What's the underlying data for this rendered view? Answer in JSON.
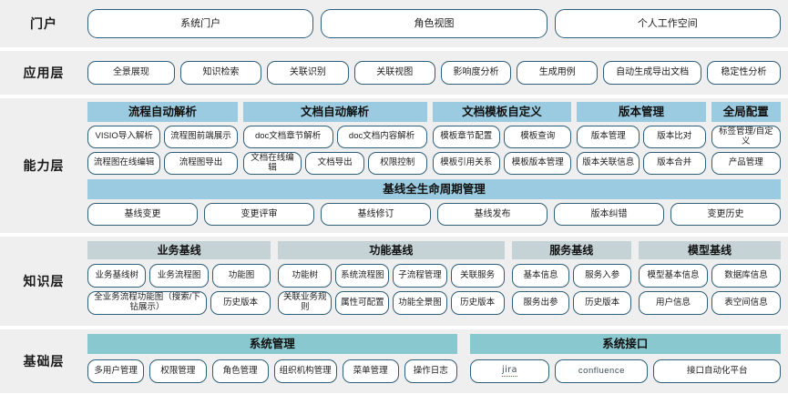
{
  "colors": {
    "band_bg": "#efefef",
    "pill_border": "#2e5f7a",
    "capability_header": "#9acbe0",
    "knowledge_header": "#c5d2d6",
    "foundation_header": "#8ac8d0",
    "page_bg": "#ffffff"
  },
  "rows": {
    "portal": {
      "label": "门户",
      "items": [
        "系统门户",
        "角色视图",
        "个人工作空间"
      ]
    },
    "application": {
      "label": "应用层",
      "items": [
        "全景展现",
        "知识检索",
        "关联识别",
        "关联视图",
        "影响度分析",
        "生成用例",
        "自动生成导出文档",
        "稳定性分析"
      ]
    },
    "capability": {
      "label": "能力层",
      "groups": [
        {
          "title": "流程自动解析",
          "flex": 168,
          "lines": [
            [
              "VISIO导入解析",
              "流程图前端展示"
            ],
            [
              "流程图在线编辑",
              "流程图导出"
            ]
          ]
        },
        {
          "title": "文档自动解析",
          "flex": 206,
          "lines": [
            [
              "doc文档章节解析",
              "doc文档内容解析"
            ],
            [
              "文档在线编辑",
              "文档导出",
              "权限控制"
            ]
          ]
        },
        {
          "title": "文档模板自定义",
          "flex": 156,
          "lines": [
            [
              "模板章节配置",
              "模板查询"
            ],
            [
              "模板引用关系",
              "模板版本管理"
            ]
          ]
        },
        {
          "title": "版本管理",
          "flex": 144,
          "lines": [
            [
              "版本管理",
              "版本比对"
            ],
            [
              "版本关联信息",
              "版本合并"
            ]
          ]
        },
        {
          "title": "全局配置",
          "flex": 78,
          "lines": [
            [
              "标签管理/自定义"
            ],
            [
              "产品管理"
            ]
          ]
        }
      ],
      "lifecycle": {
        "title": "基线全生命周期管理",
        "items": [
          "基线变更",
          "变更评审",
          "基线修订",
          "基线发布",
          "版本纠错",
          "变更历史"
        ]
      }
    },
    "knowledge": {
      "label": "知识层",
      "groups": [
        {
          "title": "业务基线",
          "flex": 196,
          "lines": [
            [
              "业务基线树",
              "业务流程图",
              "功能图"
            ],
            [
              "全业务流程功能图（搜索/下钻展示）",
              "历史版本"
            ]
          ],
          "line_weights": [
            [
              1,
              1,
              1
            ],
            [
              2.12,
              1
            ]
          ]
        },
        {
          "title": "功能基线",
          "flex": 242,
          "lines": [
            [
              "功能树",
              "系统流程图",
              "子流程管理",
              "关联服务"
            ],
            [
              "关联业务规则",
              "属性可配置",
              "功能全景图",
              "历史版本"
            ]
          ],
          "line_weights": [
            [
              1,
              1,
              1,
              1
            ],
            [
              1,
              1,
              1,
              1
            ]
          ]
        },
        {
          "title": "服务基线",
          "flex": 128,
          "lines": [
            [
              "基本信息",
              "服务入参"
            ],
            [
              "服务出参",
              "历史版本"
            ]
          ],
          "line_weights": [
            [
              1,
              1
            ],
            [
              1,
              1
            ]
          ]
        },
        {
          "title": "模型基线",
          "flex": 152,
          "lines": [
            [
              "模型基本信息",
              "数据库信息"
            ],
            [
              "用户信息",
              "表空间信息"
            ]
          ],
          "line_weights": [
            [
              1,
              1
            ],
            [
              1,
              1
            ]
          ]
        }
      ]
    },
    "foundation": {
      "label": "基础层",
      "groups": [
        {
          "title": "系统管理",
          "flex": 404,
          "items": [
            "多用户管理",
            "权限管理",
            "角色管理",
            "组织机构管理",
            "菜单管理",
            "操作日志"
          ],
          "weights": [
            1,
            1,
            1,
            1.12,
            1,
            0.92
          ]
        },
        {
          "title": "系统接口",
          "flex": 340,
          "items": [
            "jira",
            "confluence",
            "接口自动化平台"
          ],
          "weights": [
            1,
            1.18,
            1.65
          ]
        }
      ]
    }
  }
}
